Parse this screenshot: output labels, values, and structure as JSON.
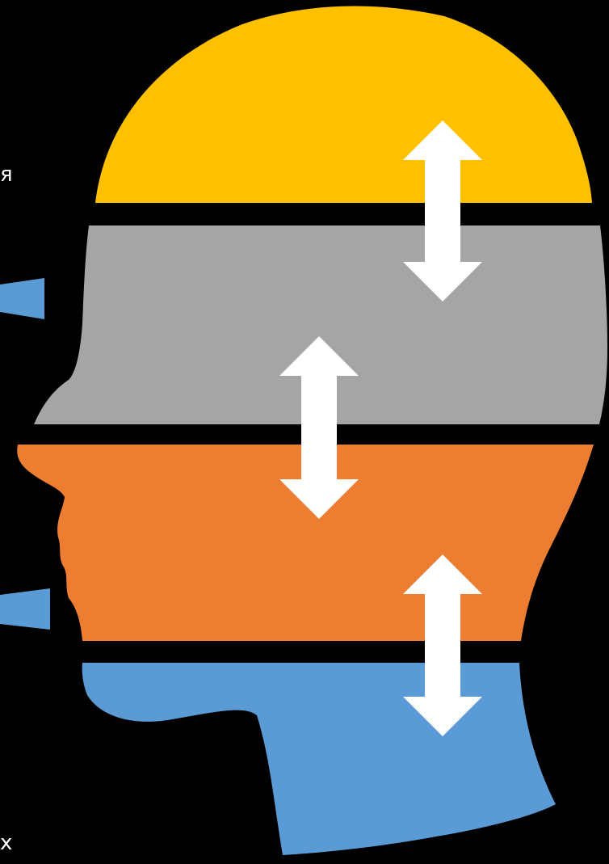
{
  "colors": {
    "background": "#000000",
    "crown": "#FFC000",
    "forehead": "#A5A5A5",
    "face": "#ED7D31",
    "neck": "#5B9BD5",
    "arrow": "#FFFFFF",
    "pointer": "#5B9BD5"
  },
  "layers": [
    {
      "id": "crown",
      "color_key": "crown"
    },
    {
      "id": "forehead",
      "color_key": "forehead"
    },
    {
      "id": "face",
      "color_key": "face"
    },
    {
      "id": "neck",
      "color_key": "neck"
    }
  ],
  "arrows": [
    {
      "between": [
        "crown",
        "forehead"
      ],
      "icon": "double-arrow-vertical-icon"
    },
    {
      "between": [
        "forehead",
        "face"
      ],
      "icon": "double-arrow-vertical-icon"
    },
    {
      "between": [
        "face",
        "neck"
      ],
      "icon": "double-arrow-vertical-icon"
    }
  ],
  "edge_text": {
    "top": "я",
    "bottom": "х"
  }
}
